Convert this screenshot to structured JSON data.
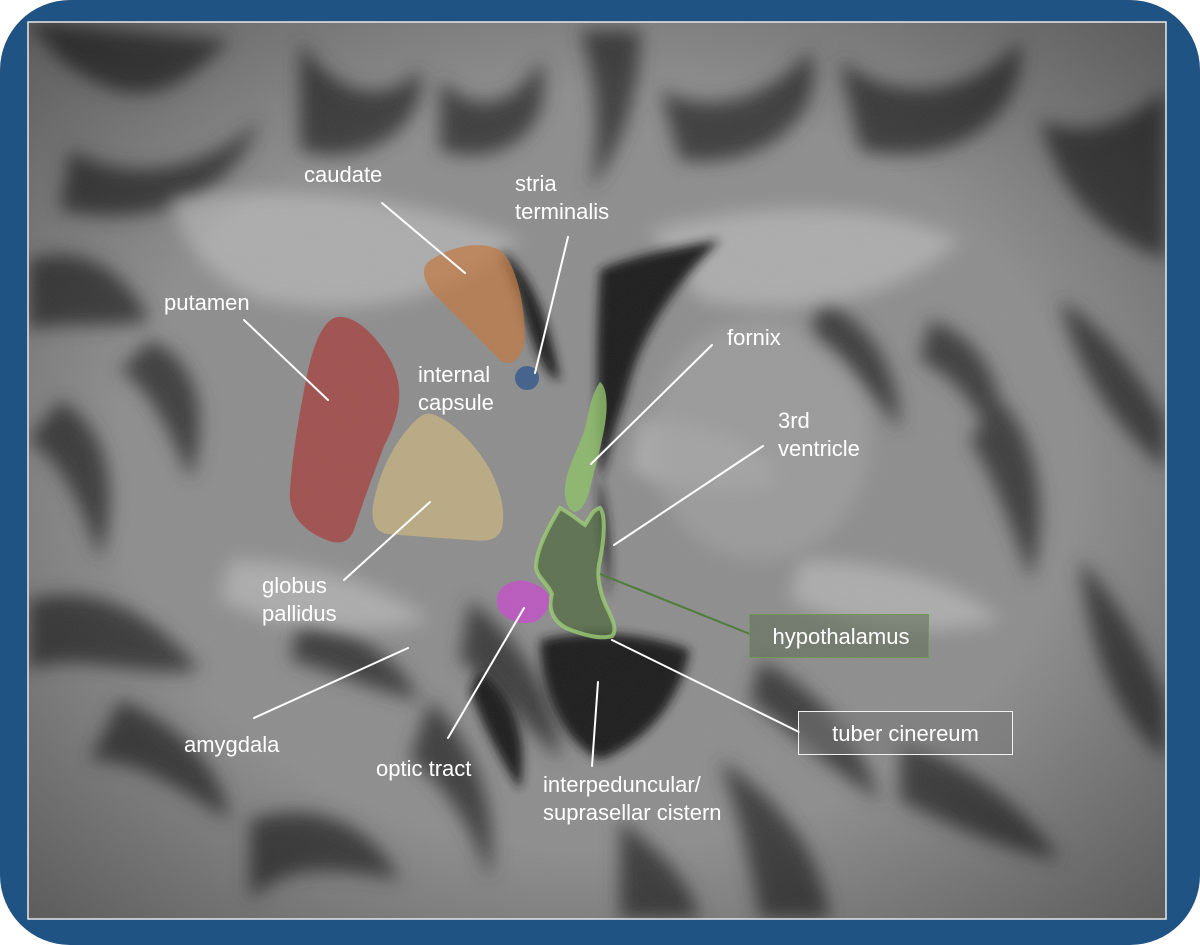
{
  "labels": {
    "caudate": "caudate",
    "stria_terminalis": "stria terminalis",
    "putamen": "putamen",
    "internal_capsule": "internal capsule",
    "fornix": "fornix",
    "third_ventricle": "3rd ventricle",
    "globus_pallidus": "globus pallidus",
    "hypothalamus": "hypothalamus",
    "tuber_cinereum": "tuber cinereum",
    "amygdala": "amygdala",
    "optic_tract": "optic tract",
    "interpeduncular_cistern": "interpeduncular/ suprasellar cistern"
  },
  "colors": {
    "frame": "#1f5383",
    "caudate": "#c07a45",
    "stria_terminalis": "#3f5f8c",
    "putamen": "#a8403d",
    "globus_pallidus": "#cbb583",
    "fornix": "#8fbf6b",
    "hypothalamus": "#5e7a48",
    "optic_tract": "#c058c4",
    "leader_line": "#ffffff",
    "hypothalamus_line": "#4e7d3a"
  }
}
